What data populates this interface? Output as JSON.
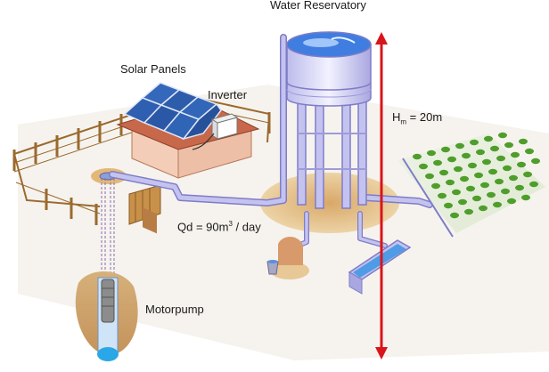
{
  "labels": {
    "water_reservatory": "Water Reservatory",
    "solar_panels": "Solar Panels",
    "inverter": "Inverter",
    "head_prefix": "H",
    "head_sub": "m",
    "head_suffix": " = 20m",
    "flow_prefix": "Qd = 90m",
    "flow_sup": "3",
    "flow_suffix": " / day",
    "motorpump": "Motorpump"
  },
  "colors": {
    "ground": "#e6c48f",
    "ground_dark": "#c9995a",
    "pipe": "#b9b8ea",
    "pipe_edge": "#7f7cc8",
    "panel": "#2f5fb0",
    "house_wall": "#f2c7b0",
    "roof": "#c8684b",
    "fence": "#9a6a2e",
    "arrow": "#d9141b",
    "crop": "#4f9e2c",
    "water": "#2aa7e6"
  }
}
